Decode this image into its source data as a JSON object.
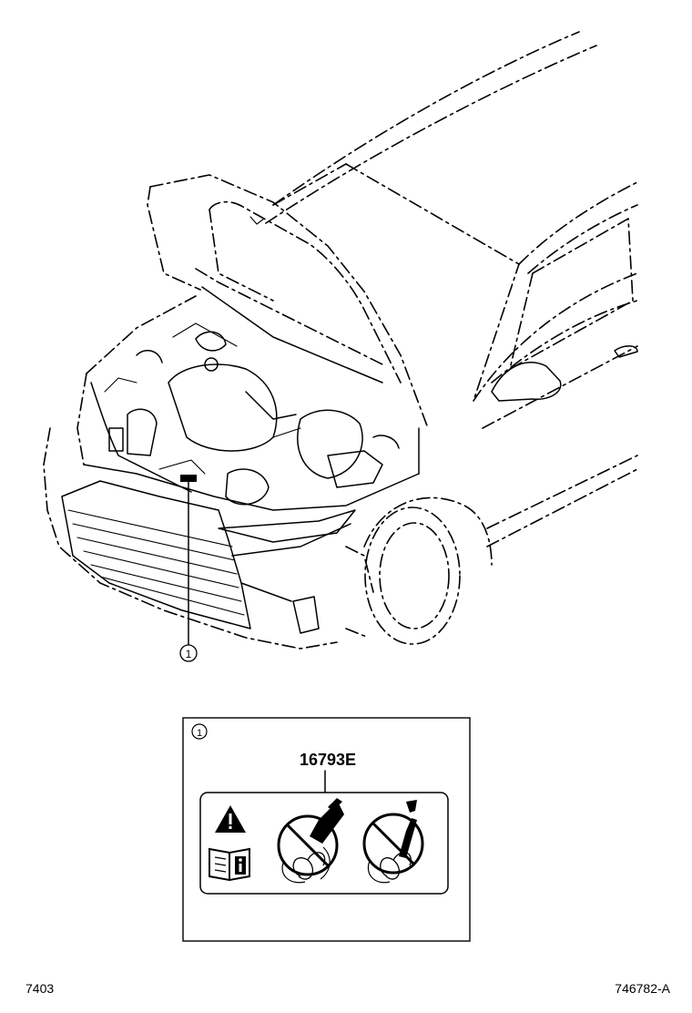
{
  "callout": {
    "number": "1"
  },
  "detail_box": {
    "marker": "1",
    "part_number": "16793E"
  },
  "footer": {
    "left_code": "7403",
    "right_code": "746782-A"
  },
  "icons": [
    "warning-triangle-icon",
    "manual-info-icon",
    "no-hand-near-fan-icon",
    "no-tool-near-fan-icon"
  ],
  "colors": {
    "line": "#000000",
    "background": "#ffffff"
  }
}
